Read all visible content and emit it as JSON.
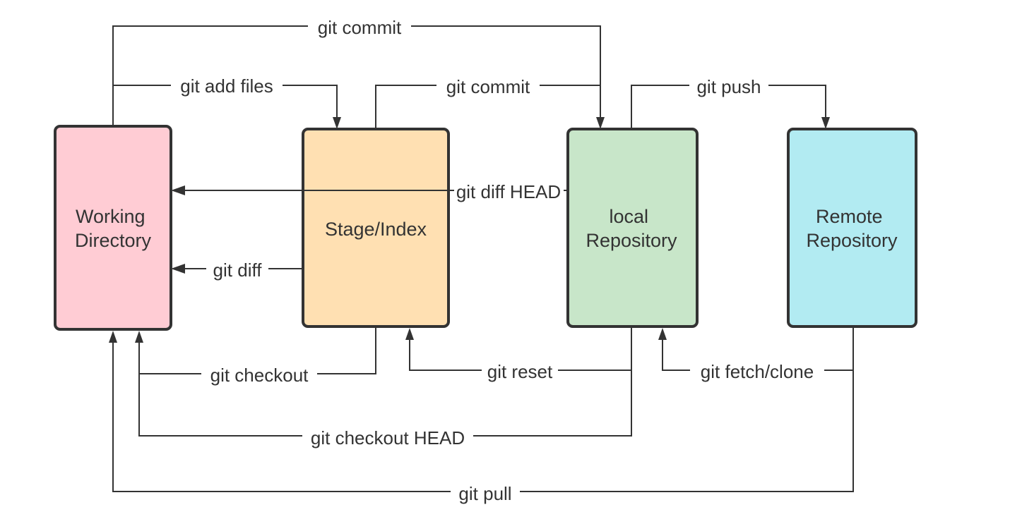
{
  "nodes": {
    "working": {
      "lines": [
        "Working",
        "Directory"
      ],
      "color": "#ffccd4"
    },
    "stage": {
      "lines": [
        "Stage/Index"
      ],
      "color": "#ffe0b2"
    },
    "local": {
      "lines": [
        "local",
        "Repository"
      ],
      "color": "#c8e6c9"
    },
    "remote": {
      "lines": [
        "Remote",
        "Repository"
      ],
      "color": "#b2ebf2"
    }
  },
  "edges": {
    "commit_top": "git commit",
    "add_files": "git add files",
    "commit_stage": "git commit",
    "push": "git push",
    "diff_head": "git diff HEAD",
    "diff": "git diff",
    "checkout": "git checkout",
    "reset": "git reset",
    "fetch_clone": "git fetch/clone",
    "checkout_head": "git checkout HEAD",
    "pull": "git pull"
  }
}
